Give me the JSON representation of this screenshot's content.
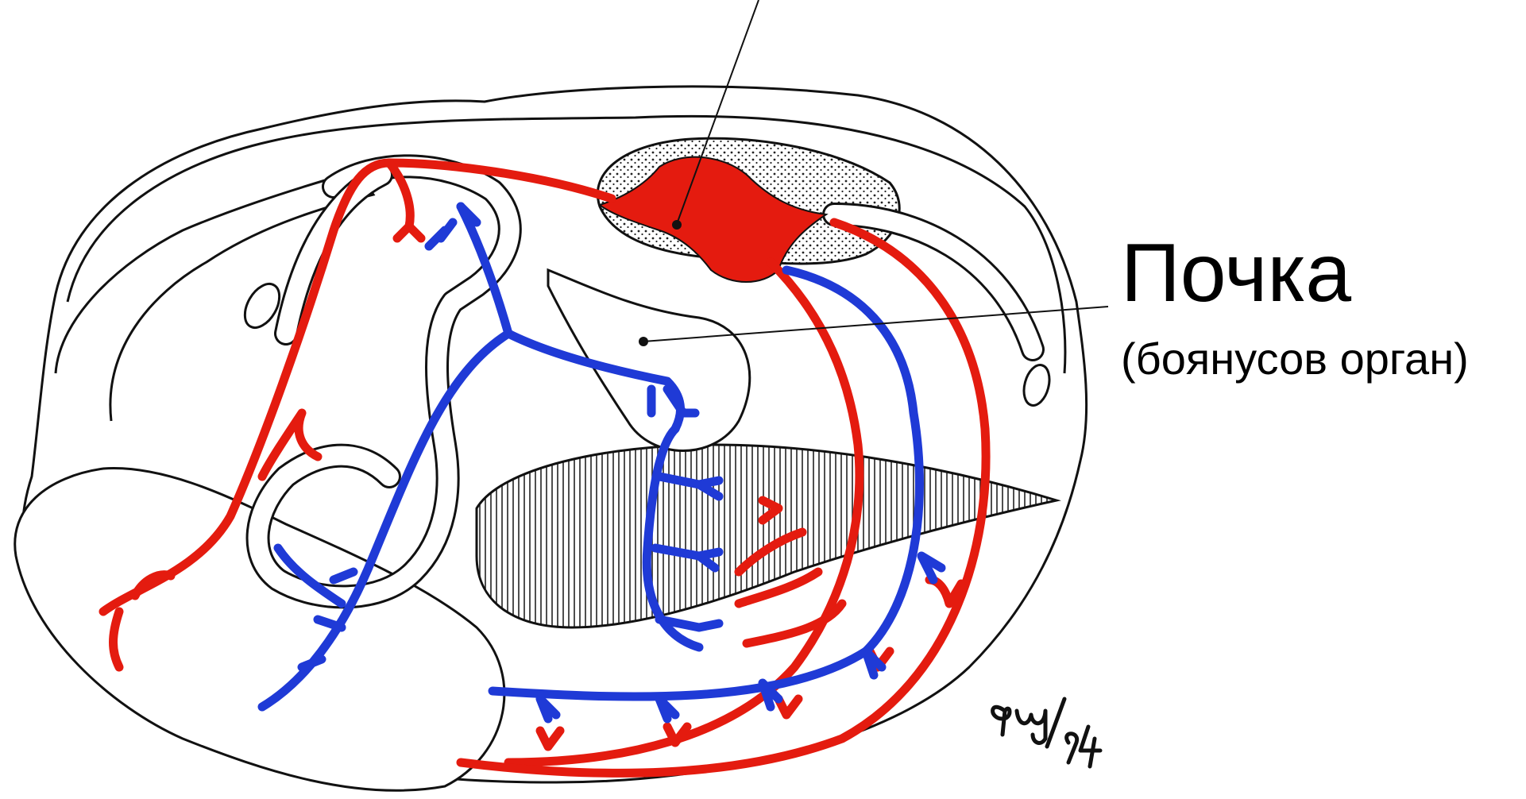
{
  "labels": {
    "kidney_title": "Почка",
    "kidney_subtitle": "(боянусов орган)"
  },
  "signature": "9w/94",
  "colors": {
    "artery": "#e41b0f",
    "vein": "#1f3ad6",
    "outline": "#111111",
    "background": "#ffffff"
  }
}
